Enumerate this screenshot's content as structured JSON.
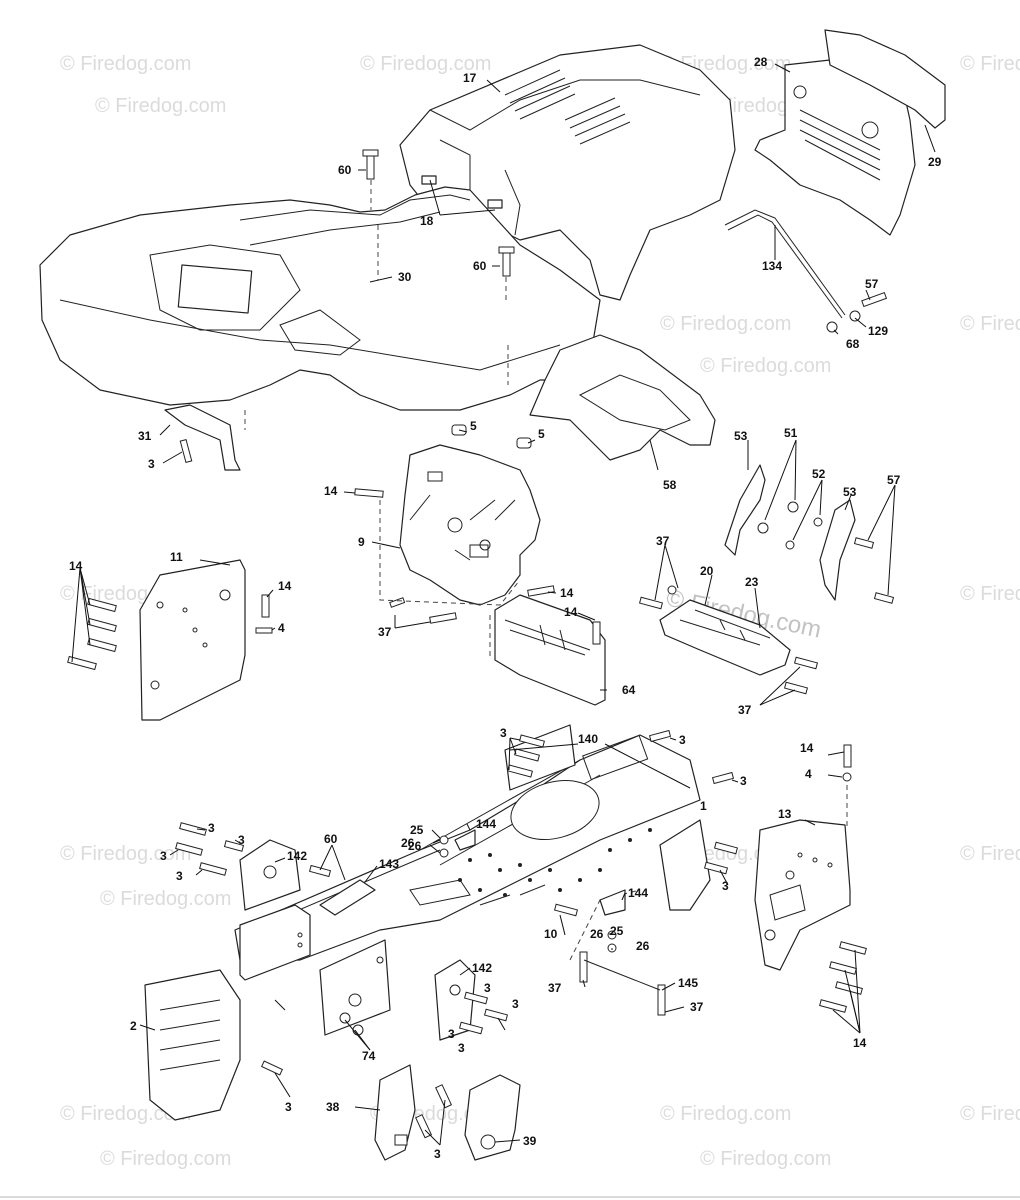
{
  "watermark": {
    "text": "© Firedog.com"
  },
  "labels": {
    "l1": "1",
    "l2": "2",
    "l3a": "3",
    "l3b": "3",
    "l3c": "3",
    "l3d": "3",
    "l3e": "3",
    "l3f": "3",
    "l3g": "3",
    "l3h": "3",
    "l3i": "3",
    "l3j": "3",
    "l3k": "3",
    "l3l": "3",
    "l3m": "3",
    "l3n": "3",
    "l3o": "3",
    "l4a": "4",
    "l4b": "4",
    "l5a": "5",
    "l5b": "5",
    "l9": "9",
    "l10": "10",
    "l11": "11",
    "l13": "13",
    "l14a": "14",
    "l14b": "14",
    "l14c": "14",
    "l14d": "14",
    "l14e": "14",
    "l14f": "14",
    "l14g": "14",
    "l17": "17",
    "l18": "18",
    "l20": "20",
    "l23": "23",
    "l25a": "25",
    "l25b": "25",
    "l26a": "26",
    "l26b": "26",
    "l26c": "26",
    "l26d": "26",
    "l28": "28",
    "l29": "29",
    "l30": "30",
    "l31": "31",
    "l37a": "37",
    "l37b": "37",
    "l37c": "37",
    "l37d": "37",
    "l37e": "37",
    "l38": "38",
    "l39": "39",
    "l51": "51",
    "l52": "52",
    "l53a": "53",
    "l53b": "53",
    "l57a": "57",
    "l57b": "57",
    "l58": "58",
    "l60a": "60",
    "l60b": "60",
    "l60c": "60",
    "l64": "64",
    "l68": "68",
    "l74": "74",
    "l129": "129",
    "l134": "134",
    "l140": "140",
    "l142a": "142",
    "l142b": "142",
    "l143": "143",
    "l144a": "144",
    "l144b": "144",
    "l145": "145"
  }
}
